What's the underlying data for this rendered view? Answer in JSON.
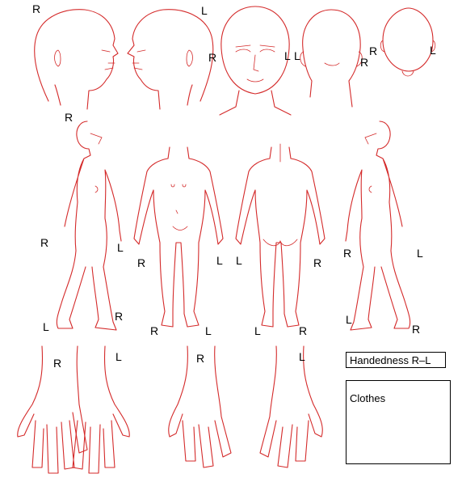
{
  "head_labels": [
    "R",
    "L",
    "R",
    "L",
    "L",
    "R",
    "R",
    "L"
  ],
  "body_labels": [
    "R",
    "R",
    "L",
    "L",
    "R",
    "R",
    "L",
    "L",
    "R",
    "L",
    "R",
    "R",
    "L",
    "L",
    "R",
    "R",
    "L"
  ],
  "hand_labels": [
    "R",
    "L",
    "R",
    "L"
  ],
  "handedness": {
    "text": "Handedness R–L"
  },
  "clothes": {
    "text": "Clothes"
  },
  "colors": {
    "line": "#d42a2a",
    "box_border": "#000000"
  }
}
